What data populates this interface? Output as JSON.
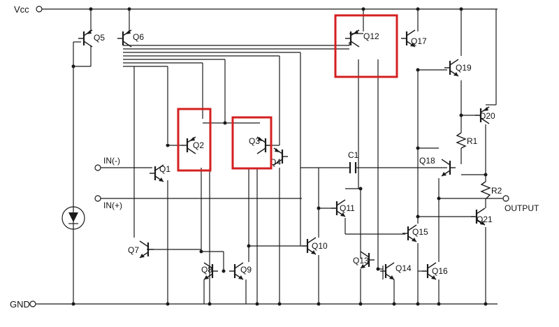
{
  "labels": {
    "vcc": "Vcc",
    "gnd": "GND",
    "in_neg": "IN(-)",
    "in_pos": "IN(+)",
    "output": "OUTPUT",
    "c1": "C1",
    "r1": "R1",
    "r2": "R2"
  },
  "transistors": [
    "Q1",
    "Q2",
    "Q3",
    "Q4",
    "Q5",
    "Q6",
    "Q7",
    "Q8",
    "Q9",
    "Q10",
    "Q11",
    "Q12",
    "Q13",
    "Q14",
    "Q15",
    "Q16",
    "Q17",
    "Q18",
    "Q19",
    "Q20",
    "Q21"
  ],
  "highlighted": [
    "Q2",
    "Q3",
    "Q12"
  ],
  "colors": {
    "wire": "#1a1a1a",
    "highlight": "#d42020",
    "background": "#ffffff"
  }
}
